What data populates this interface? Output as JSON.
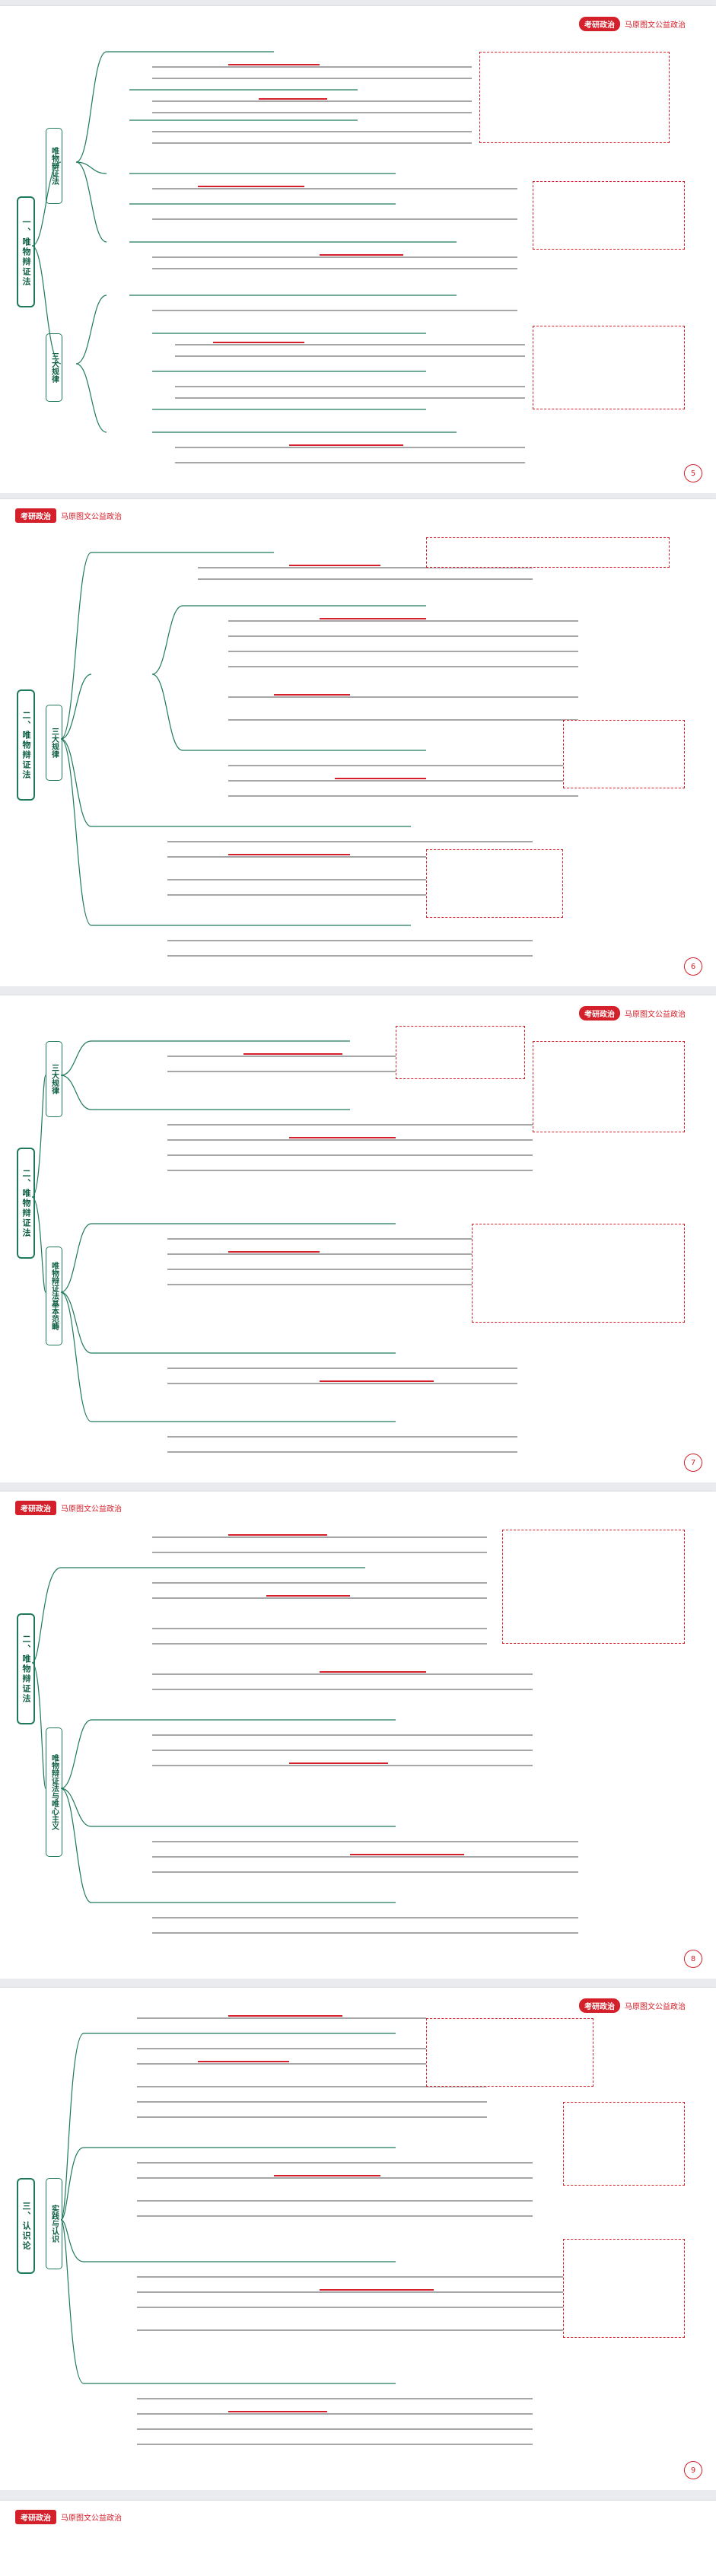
{
  "brand": {
    "name": "考研政治",
    "subtitle": "马原图文公益政治"
  },
  "pages": [
    {
      "id": 1,
      "page_number": "5",
      "chapter": "一、唯物辩证法",
      "sections": [
        "唯物辩证法",
        "三大规律"
      ],
      "brand_position": "right"
    },
    {
      "id": 2,
      "page_number": "6",
      "chapter": "二、唯物辩证法",
      "sections": [
        "三大规律"
      ],
      "brand_position": "left"
    },
    {
      "id": 3,
      "page_number": "7",
      "chapter": "二、唯物辩证法",
      "sections": [
        "三大规律",
        "唯物辩证法基本范畴"
      ],
      "brand_position": "right"
    },
    {
      "id": 4,
      "page_number": "8",
      "chapter": "二、唯物辩证法",
      "sections": [
        "唯物辩证法与唯心主义"
      ],
      "brand_position": "left"
    },
    {
      "id": 5,
      "page_number": "9",
      "chapter": "三、认识论",
      "sections": [
        "实践与认识"
      ],
      "brand_position": "right"
    }
  ]
}
